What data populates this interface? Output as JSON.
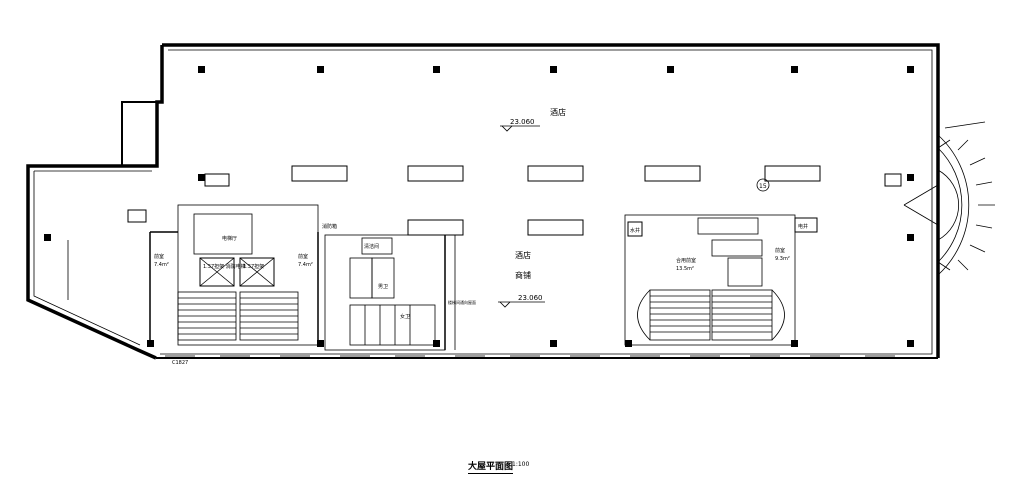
{
  "drawing": {
    "title": "大屋平面图",
    "scale": "1:100"
  },
  "labels": {
    "hotel_top": "酒店",
    "hotel_mid": "酒店",
    "shops": "商铺",
    "elevation_top": "23.060",
    "elevation_mid": "23.060",
    "axis_tag": "15",
    "elevator_hall": "电梯厅",
    "elevator_1": "1.37担架\n消防电梯",
    "elevator_2": "1.37担架",
    "left_anteroom": "前室",
    "left_anteroom_area": "7.4m²",
    "left_anteroom2": "前室",
    "left_anteroom2_area": "7.4m²",
    "right_combined_anteroom": "合用前室",
    "right_combined_anteroom_area": "13.5m²",
    "right_anteroom": "前室",
    "right_anteroom_area": "9.3m²",
    "toilet_m": "男卫",
    "toilet_f": "女卫",
    "clean_room": "清洁间",
    "water_shaft": "水井",
    "elec_shaft": "电井",
    "fire_cabinet": "消防箱",
    "stair_note": "楼梯间通向屋面",
    "window_label": "C1827"
  }
}
